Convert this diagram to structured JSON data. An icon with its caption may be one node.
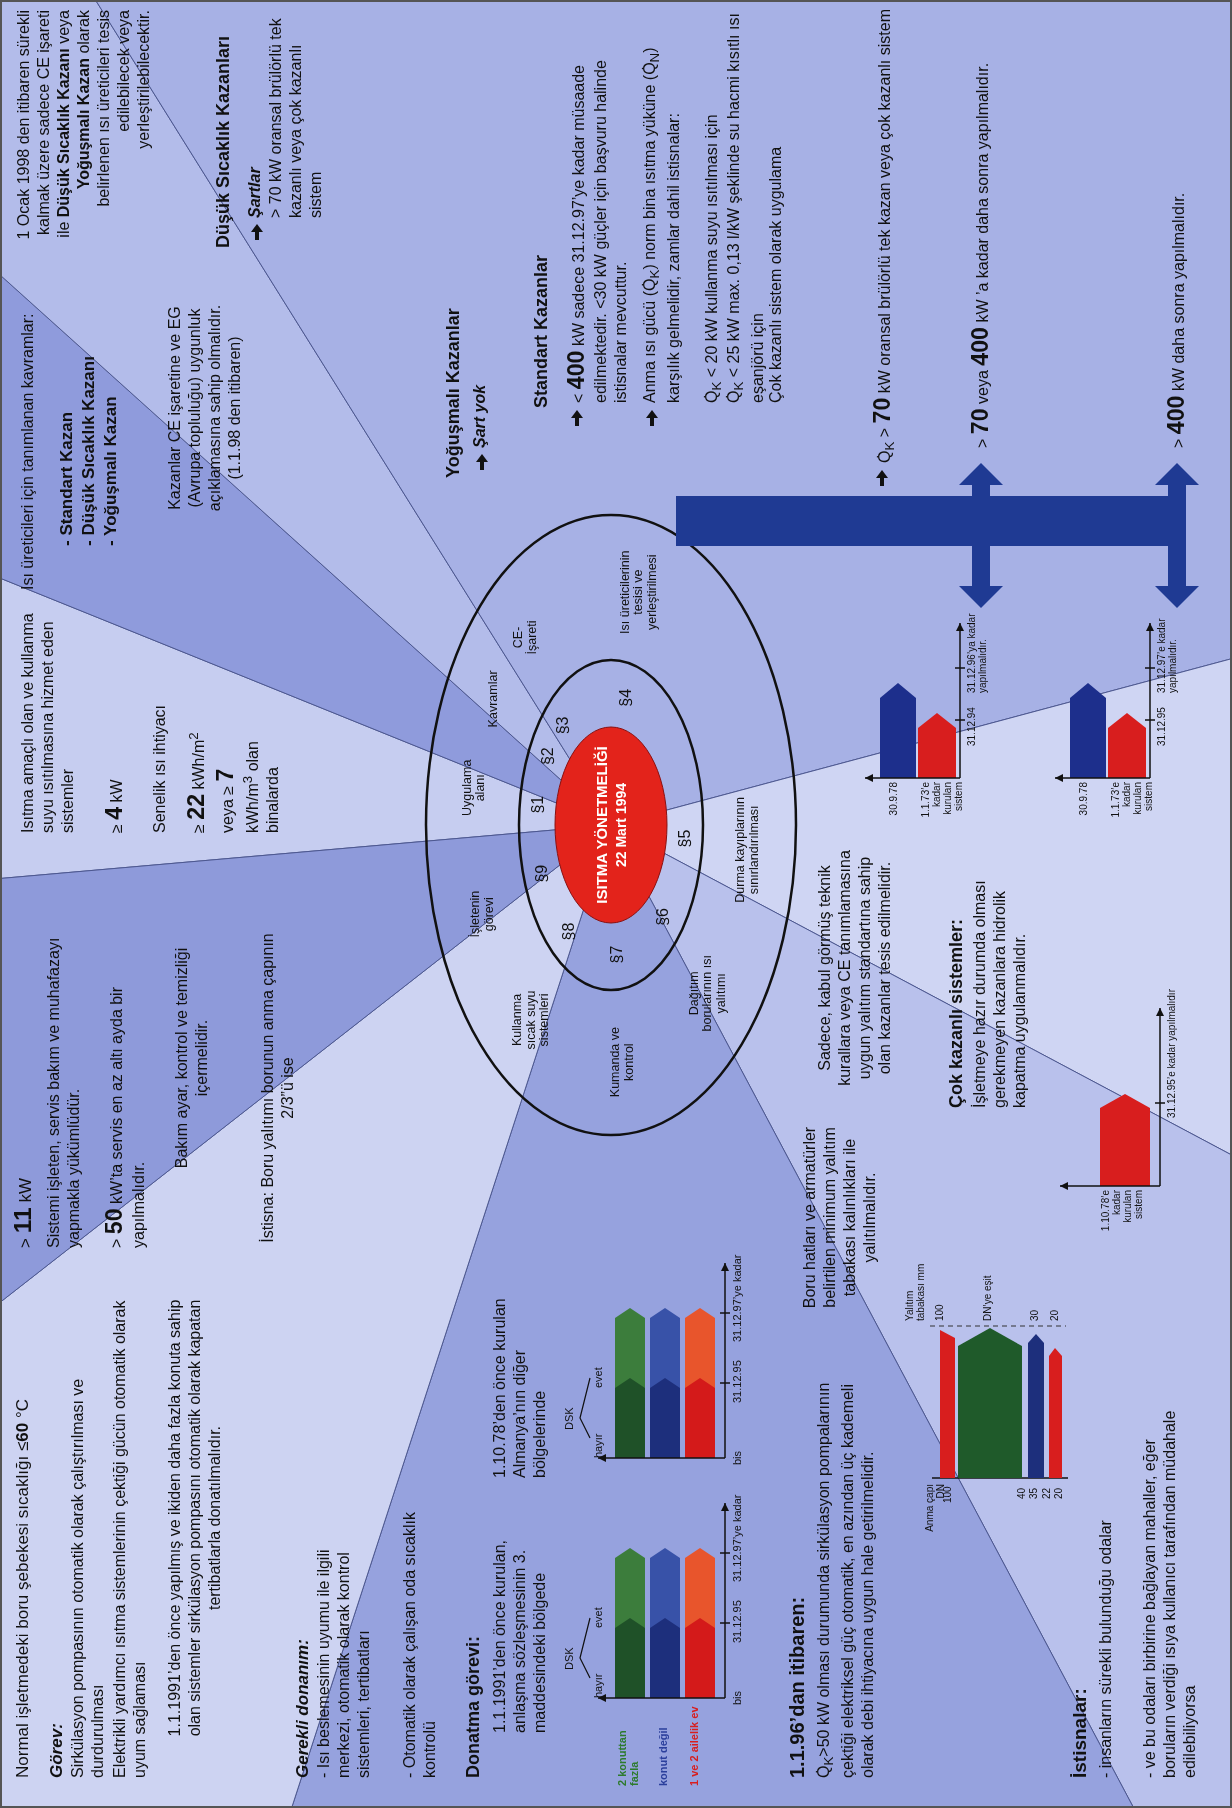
{
  "diagram": {
    "nodes": [
      {
        "text": [
          "ISITMA YÖNETMELİĞİ",
          "22 Mart 1994"
        ]
      },
      {
        "text": [
          "§1"
        ]
      },
      {
        "text": [
          "§2"
        ]
      },
      {
        "text": [
          "§3"
        ]
      },
      {
        "text": [
          "§4"
        ]
      },
      {
        "text": [
          "§5"
        ]
      },
      {
        "text": [
          "§6"
        ]
      },
      {
        "text": [
          "§7"
        ]
      },
      {
        "text": [
          "§8"
        ]
      },
      {
        "text": [
          "§9"
        ]
      },
      {
        "text": [
          "Uygulama alanı"
        ]
      },
      {
        "text": [
          "Kavramlar"
        ]
      },
      {
        "text": [
          "CE-İşareti"
        ]
      },
      {
        "text": [
          "Isı üreticilerinin tesisi ve yerleştirilmesi"
        ]
      },
      {
        "text": [
          "Durma kayıplarının sınırlandırılması"
        ]
      },
      {
        "text": [
          "Dağıtım borularının ısı yalıtımı"
        ]
      },
      {
        "text": [
          "Kumanda ve kontrol"
        ]
      },
      {
        "text": [
          "Kullanma sıcak suyu sistemleri"
        ]
      },
      {
        "text": [
          "İşletenin görevi"
        ]
      }
    ],
    "labels": [
      "Normal işletmedeki boru şebekesi sıcaklığı ≤**60** °C",
      "Görev:",
      "Sirkülasyon pompasının otomatik olarak çalıştırılması ve durdurulması",
      "Elektrikli yardımcı ısıtma sistemlerinin çektiği gücün otomatik olarak uyum sağlaması",
      "1.1.1991’den önce yapılmış ve ikiden daha fazla konuta sahip olan sistemler sirkülasyon pompasını otomatik olarak kapatan tertibatlarla donatılmalıdır.",
      "İstisna: Boru yalıtımı borunun anma çapının 2/3”ü ise",
      "> **11** kW",
      "Sistemi işleten, servis bakım ve muhafazayı yapmakla yükümlüdür.",
      "> **50** kW’ta servis en az altı ayda bir yapılmalıdır.",
      "Bakım ayar, kontrol ve temizliği içermelidir.",
      "Gerekli donanım:",
      "- Isı beslemesinin uyumu ile ilgili merkezi, otomatik olarak kontrol sistemleri, tertibatları",
      "- Otomatik olarak çalışan oda sıcaklık kontrolü",
      "Donatma görevi:",
      "1.1.1991’den önce kurulan, anlaşma sözleşmesinin 3. maddesindeki bölgede",
      "1.10.78’den önce kurulan Almanya’nın diğer bölgelerinde",
      "2 konuttan fazla",
      "konut değil",
      "1 ve 2 ailelik ev",
      "DSK",
      "hayır",
      "evet",
      "bis",
      "31.12.95",
      "31.12.97’ye kadar",
      "DSK",
      "hayır",
      "evet",
      "bis",
      "31.12.95",
      "31.12.97’ye kadar",
      "1.1.96’dan itibaren:",
      "Q̇$_{K}$>50 kW olması durumunda sirkülasyon pompalarının çektiği elektriksel güç otomatik, en azından üç kademeli olarak debi ihtiyacına uygun hale getirilmelidir.",
      "Boru hatları ve armatürler belirtilen minimum yalıtım tabakası kalınlıkları ile yalıtılmalıdır.",
      "Anma çapı DN",
      "Yalıtım tabakası mm",
      "100",
      "DN’ye eşit",
      "30",
      "20",
      "100",
      "40",
      "35",
      "22",
      "20",
      "İstisnalar:",
      "- insanların sürekli bulunduğu odalar",
      "- ve bu odaları birbirine bağlayan mahaller, eğer boruların verdiği ısıya kullanıcı tarafından müdahale edilebiliyorsa",
      "Sadece, kabul görmüş teknik kurallara veya CE tanımlamasına uygun yalıtım standartına sahip olan kazanlar tesis edilmelidir.",
      "Çok kazanlı sistemler:",
      "İşletmeye hazır durumda olması gerekmeyen kazanlara hidrolik kapatma uygulanmalıdır.",
      "1.10.78’e kadar kurulan sistem",
      "31.12.95’e kadar yapılmalıdır",
      "30.9.78",
      "1.1.73’e kadar kurulan sistem",
      "31.12.94",
      "31.12.96’ya kadar yapılmalıdır.",
      "30.9.78",
      "1.1.73’e kadar kurulan sistem",
      "31.12.95",
      "31.12.97’e kadar yapılmalıdır.",
      "Isıtma amaçlı olan ve kullanma suyu ısıtılmasına hizmet eden sistemler",
      "≥ **4** kW",
      "Senelik ısı ihtiyacı",
      "≥ **22** kWh/m$^{2}$ veya ≥ **7** kWh/m$^{3}$ olan binalarda",
      "Isı üreticileri için tanımlanan kavramlar:",
      "- Standart Kazan",
      "- Düşük Sıcaklık Kazanı",
      "- Yoğuşmalı Kazan",
      "Kazanlar CE işaretine ve EG (Avrupa topluluğu) uygunluk açıklamasına sahip olmalıdır. (1.1.98 den itibaren)",
      "1 Ocak 1998 den itibaren sürekli kalmak üzere sadece CE işareti ile **Düşük Sıcaklık Kazanı** veya **Yoğuşmalı Kazan** olarak belirlenen ısı üreticileri tesis edilebilecek veya yerleştirilebilecektir.",
      "Düşük Sıcaklık Kazanları",
      "Şartlar",
      "> 70 kW oransal brülörlü tek kazanlı veya çok kazanlı sistem",
      "Yoğuşmalı Kazanlar",
      "Şart yok",
      "Standart Kazanlar",
      "< **400** kW sadece 31.12.97’ye kadar müsaade edilmektedir. <30 kW güçler için başvuru halinde istisnalar mevcuttur.",
      "Anma ısı gücü (Q̇$_{K}$) norm bina ısıtma yüküne (Q̇$_{N}$) karşılık gelmelidir, zamlar dahil istisnalar:",
      "Q̇$_{K}$ < 20 kW kullanma suyu ısıtılması için",
      "Q̇$_{K}$ < 25 kW max. 0,13 l/kW şeklinde su hacmi kısıtlı ısı eşanjörü için",
      "Çok kazanlı sistem olarak uygulama",
      "Q̇$_{K}$ > **70** kW oransal brülörlü tek kazan veya çok kazanlı sistem",
      "> **70** veya **400** kW ’a kadar daha sonra yapılmalıdır.",
      "> **400** kW daha sonra yapılmalıdır."
    ]
  }
}
